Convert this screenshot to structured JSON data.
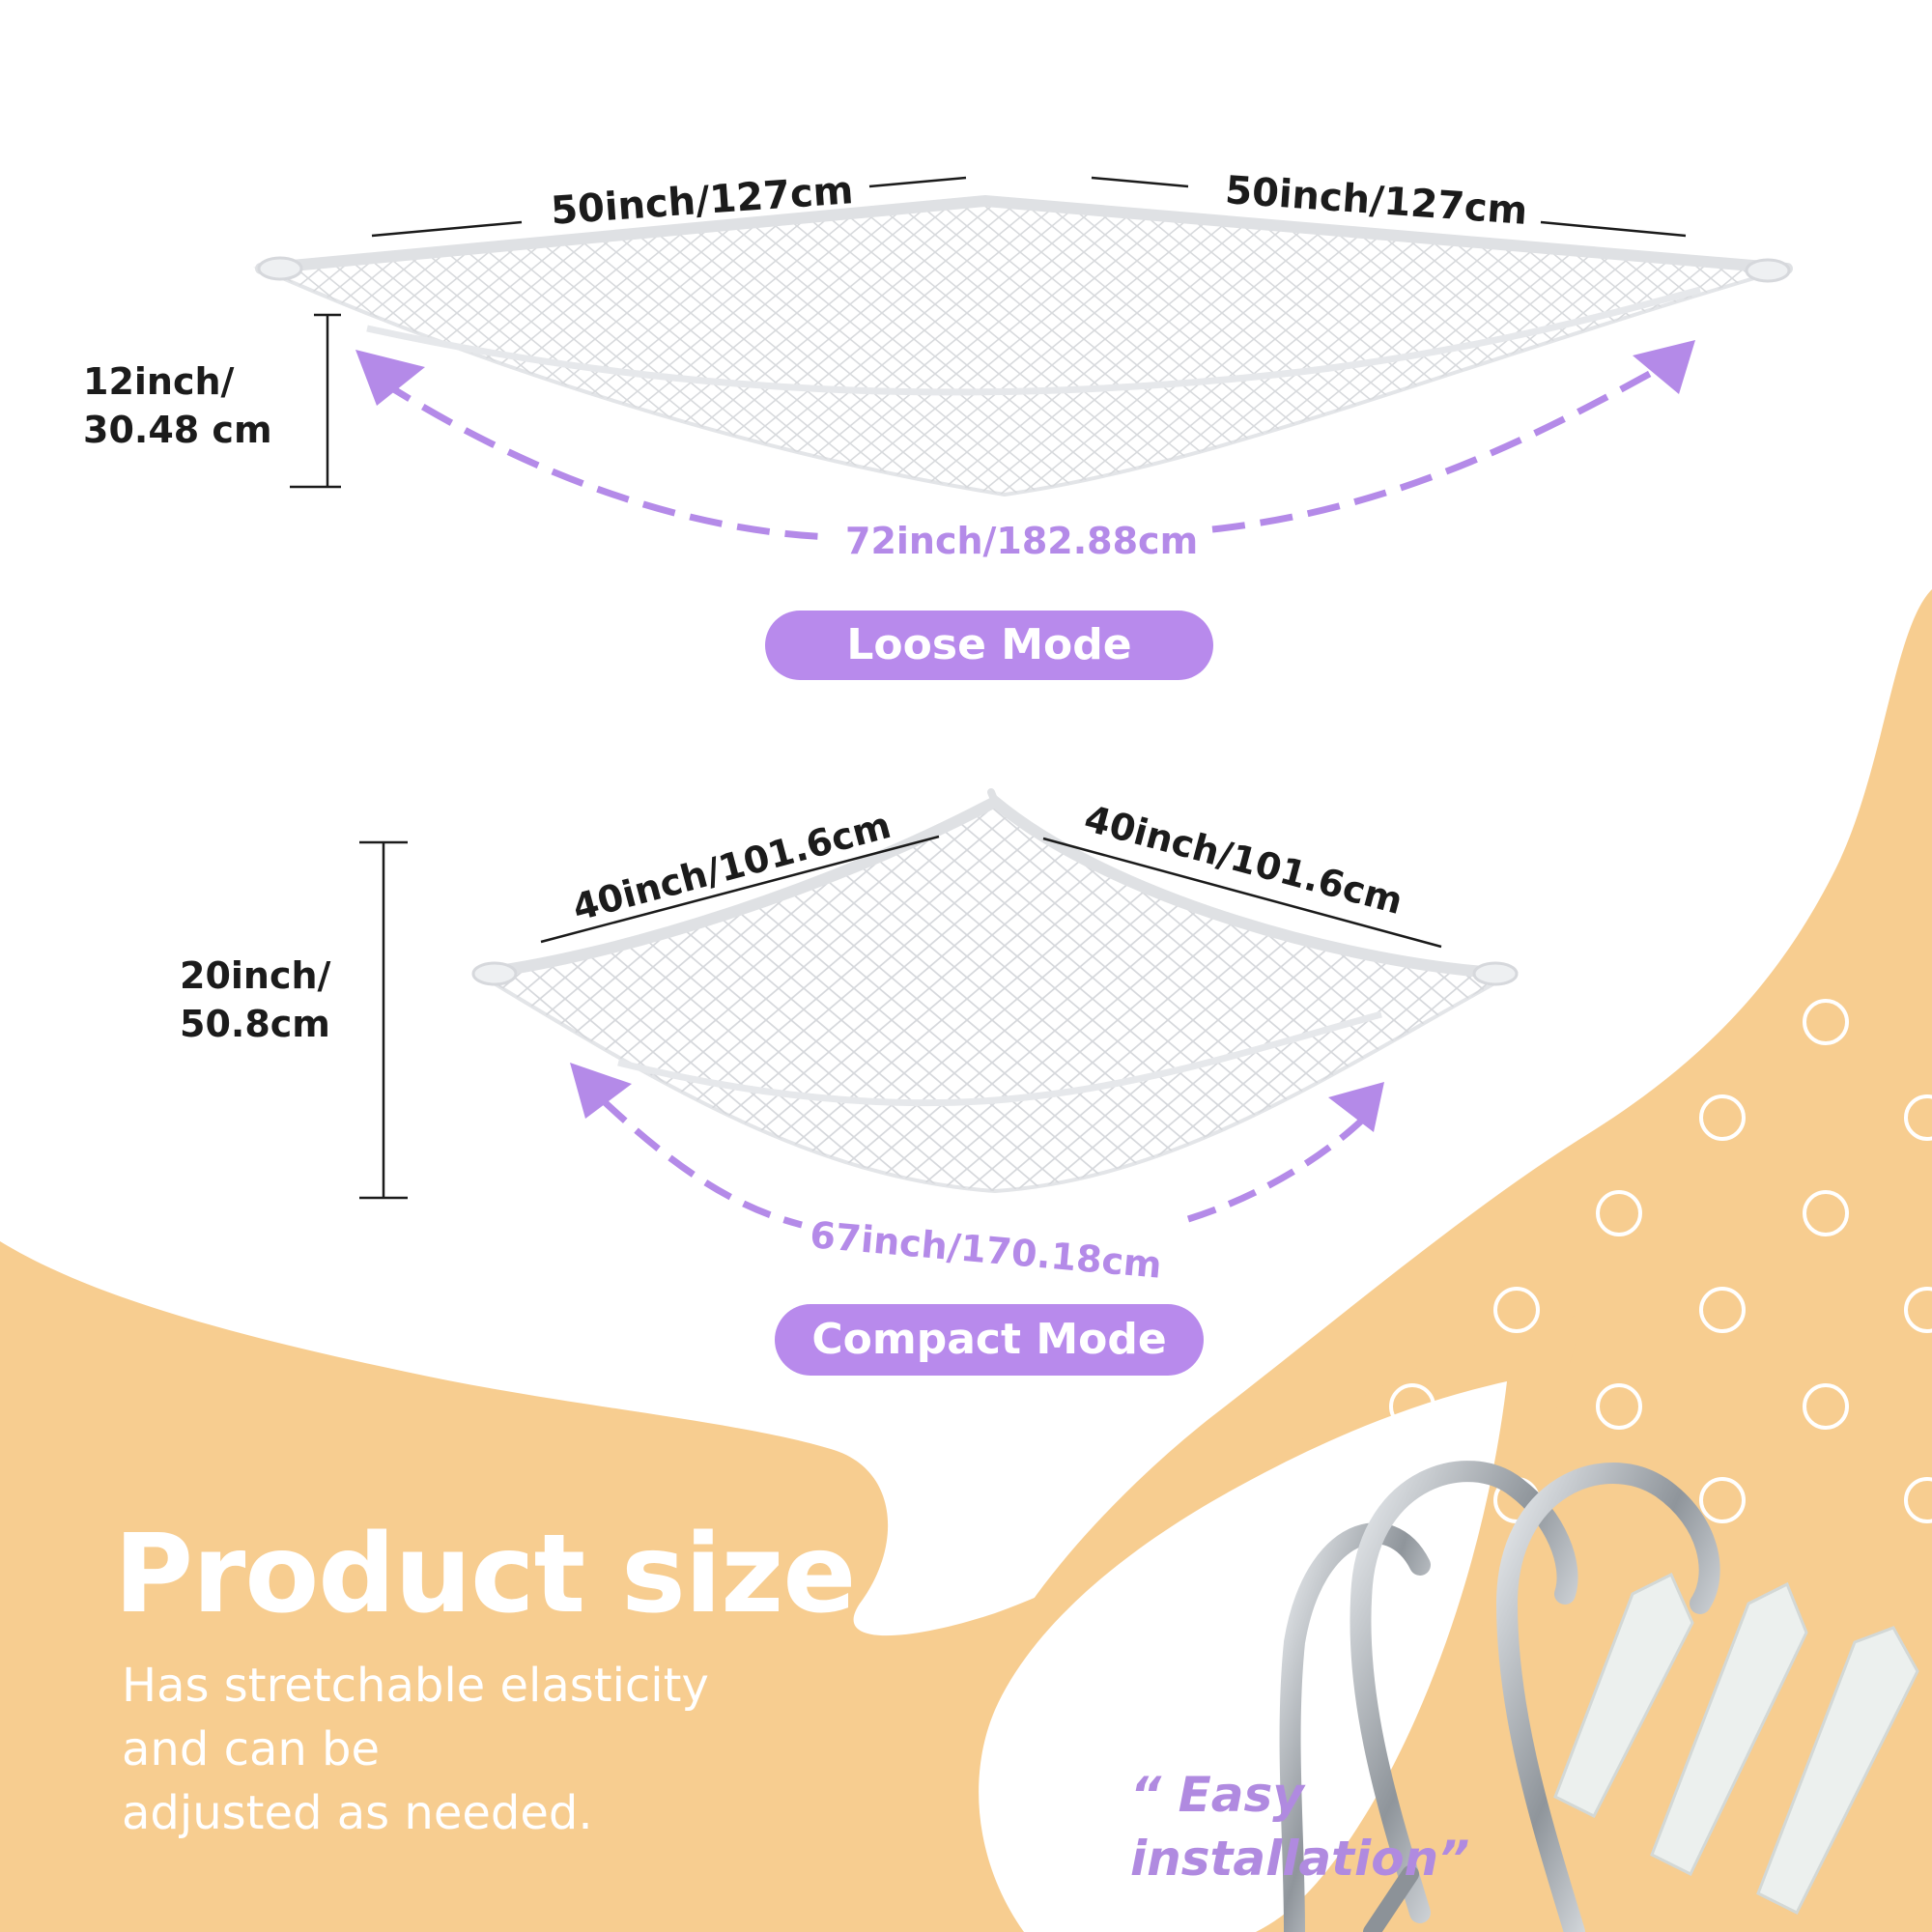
{
  "colors": {
    "accent_purple": "#b88aec",
    "background_peach": "#f7cd90",
    "net_white": "#ffffff",
    "hook_silver": "#9aa0a6",
    "anchor_white": "#ecf0ee"
  },
  "loose_mode": {
    "label": "Loose Mode",
    "left_side": "50inch/127cm",
    "right_side": "50inch/127cm",
    "height_line1": "12inch/",
    "height_line2": "30.48 cm",
    "arc_length": "72inch/182.88cm"
  },
  "compact_mode": {
    "label": "Compact Mode",
    "left_side": "40inch/101.6cm",
    "right_side": "40inch/101.6cm",
    "height_line1": "20inch/",
    "height_line2": "50.8cm",
    "arc_length": "67inch/170.18cm"
  },
  "hero": {
    "title": "Product size",
    "subtitle_lines": [
      "Has stretchable elasticity",
      "and can be",
      "adjusted as needed."
    ]
  },
  "callout": {
    "line1": "“ Easy",
    "line2": "installation”"
  },
  "icons": [
    "hammock-net-illustration",
    "hook-icon",
    "wall-anchor-icon"
  ]
}
